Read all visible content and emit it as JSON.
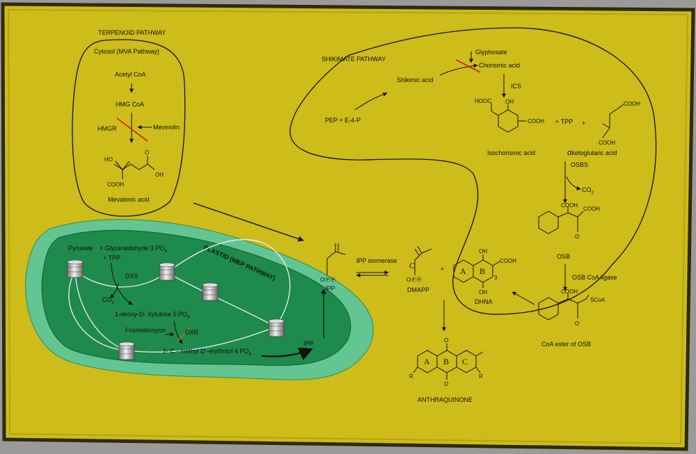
{
  "terpenoid": {
    "title": "TERPENOID PATHWAY",
    "cytosol": "Cytosol (MVA Pathway)",
    "acetyl_coa": "Acetyl CoA",
    "hmg_coa": "HMG CoA",
    "hmgr": "HMGR",
    "mevinolin": "Mevinolin",
    "mevalonic_acid": "Mevalonic acid",
    "mva_cooh": "COOH",
    "mva_ho": "HO",
    "mva_o": "O",
    "mva_oh": "OH"
  },
  "plastid": {
    "title": "PLASTID (MEP PATHWAY)",
    "pyruvate": "Pyruvate",
    "glyceraldehyde": "+ Glyceraldehyde 3 PO",
    "glyceraldehyde_sub": "4",
    "tpp": "+ TPP",
    "dxs": "DXS",
    "co2": "CO",
    "co2_sub": "2",
    "dxp": "1-deoxy-D- Xylulose 5 PO",
    "dxp_sub": "4",
    "fosmidomycin": "Fosmidomycin",
    "dxr": "DXR",
    "mep": "2- C - methyl D -erythritol 4 PO",
    "mep_sub": "4",
    "ipp": "IPP"
  },
  "shikimate": {
    "title": "SHIKIMATE PATHWAY",
    "pep": "PEP + E-4-P",
    "shikimic": "Shikimic acid",
    "glyphosate": "Glyphosate",
    "chorismic": "Chorismic acid",
    "ics": "ICS",
    "isochorismic": "Isochorismic acid",
    "plus_tpp": "+ TPP",
    "plus": "+",
    "alpha": "α",
    "ketoglutaric": "ketoglutaric acid",
    "osbs": "OSBS",
    "co2": "CO",
    "co2_sub": "2",
    "osb": "OSB",
    "osb_ligase": "OSB CoA ligase",
    "coa_ester": "CoA ester of OSB",
    "dhna": "DHNA",
    "cooh": "COOH",
    "hooc": "HOOC",
    "oh": "OH",
    "o": "O",
    "scoa": "SCoA",
    "three": "3"
  },
  "center": {
    "ipp": "IPP",
    "ipp_isomerase": "IPP isomerase",
    "dmapp": "DMAPP",
    "plus": "+",
    "opp": "OⓅⓅ",
    "ring_c": "C",
    "ring_a": "A",
    "ring_b": "B",
    "anthraquinone": "ANTHRAQUINONE",
    "r": "R",
    "o": "O"
  },
  "colors": {
    "cell_fill": "#cdbc19",
    "cell_border": "#2f2a05",
    "plastid_outer": "#63c592",
    "plastid_inner": "#1e8a4c",
    "inhibitor": "#d01818",
    "background": "#9a9a9a"
  }
}
